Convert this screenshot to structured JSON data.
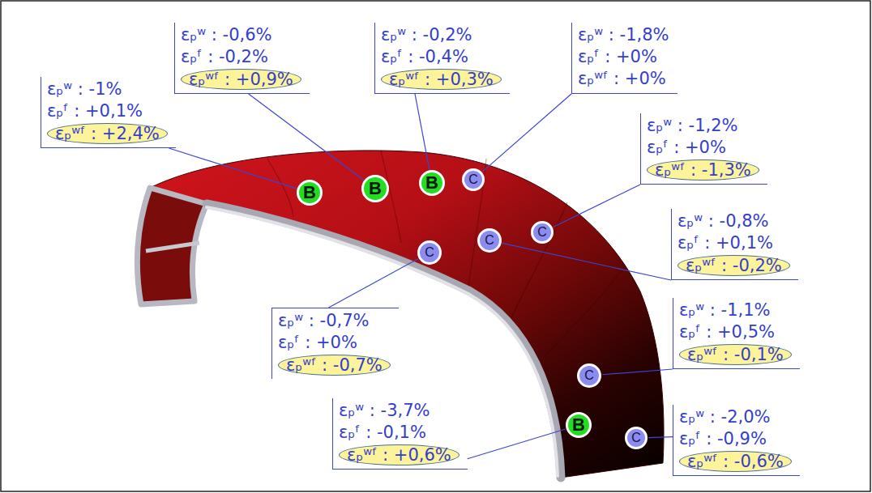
{
  "diagram": {
    "nodes": [
      {
        "text": [
          "εₚʷ : -1%",
          "εₚᶠ : +0,1%",
          "εₚʷᶠ : +2,4%"
        ]
      },
      {
        "text": [
          "B"
        ]
      },
      {
        "text": [
          "εₚʷ : -0,6%",
          "εₚᶠ : -0,2%",
          "εₚʷᶠ : +0,9%"
        ]
      },
      {
        "text": [
          "B"
        ]
      },
      {
        "text": [
          "εₚʷ : -0,2%",
          "εₚᶠ : -0,4%",
          "εₚʷᶠ : +0,3%"
        ]
      },
      {
        "text": [
          "B"
        ]
      },
      {
        "text": [
          "εₚʷ : -1,8%",
          "εₚᶠ : +0%",
          "εₚʷᶠ : +0%"
        ]
      },
      {
        "text": [
          "C"
        ]
      },
      {
        "text": [
          "εₚʷ : -1,2%",
          "εₚᶠ : +0%",
          "εₚʷᶠ : -1,3%"
        ]
      },
      {
        "text": [
          "C"
        ]
      },
      {
        "text": [
          "εₚʷ : -0,8%",
          "εₚᶠ : +0,1%",
          "εₚʷᶠ : -0,2%"
        ]
      },
      {
        "text": [
          "C"
        ]
      },
      {
        "text": [
          "εₚʷ : -0,7%",
          "εₚᶠ : +0%",
          "εₚʷᶠ : -0,7%"
        ]
      },
      {
        "text": [
          "C"
        ]
      },
      {
        "text": [
          "εₚʷ : -1,1%",
          "εₚᶠ : +0,5%",
          "εₚʷᶠ : -0,1%"
        ]
      },
      {
        "text": [
          "C"
        ]
      },
      {
        "text": [
          "εₚʷ : -3,7%",
          "εₚᶠ : -0,1%",
          "εₚʷᶠ : +0,6%"
        ]
      },
      {
        "text": [
          "B"
        ]
      },
      {
        "text": [
          "εₚʷ : -2,0%",
          "εₚᶠ : -0,9%",
          "εₚʷᶠ : -0,6%"
        ]
      },
      {
        "text": [
          "C"
        ]
      }
    ],
    "edges": [
      {
        "from": 0,
        "to": 1,
        "arrow": "none"
      },
      {
        "from": 2,
        "to": 3,
        "arrow": "none"
      },
      {
        "from": 4,
        "to": 5,
        "arrow": "none"
      },
      {
        "from": 6,
        "to": 7,
        "arrow": "none"
      },
      {
        "from": 8,
        "to": 9,
        "arrow": "none"
      },
      {
        "from": 10,
        "to": 11,
        "arrow": "none"
      },
      {
        "from": 12,
        "to": 13,
        "arrow": "none"
      },
      {
        "from": 14,
        "to": 15,
        "arrow": "none"
      },
      {
        "from": 16,
        "to": 17,
        "arrow": "none"
      },
      {
        "from": 18,
        "to": 19,
        "arrow": "none"
      }
    ]
  }
}
